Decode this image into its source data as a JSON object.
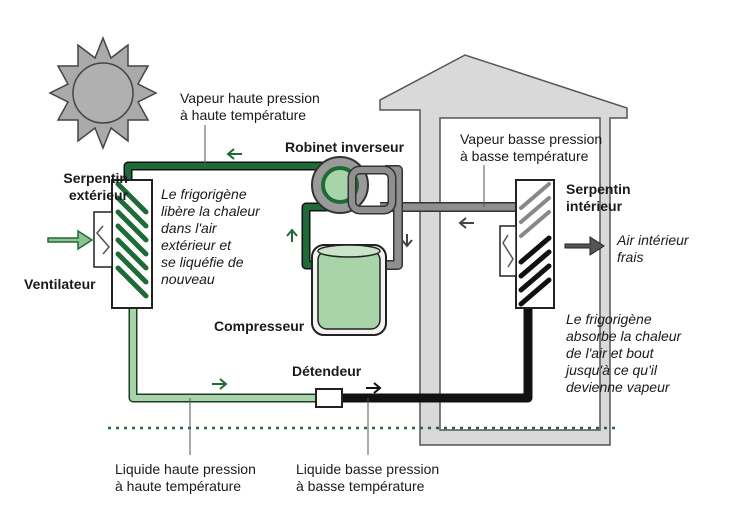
{
  "labels": {
    "outdoor_coil": [
      "Serpentin",
      "extérieur"
    ],
    "fan": "Ventilateur",
    "reversing_valve": "Robinet inverseur",
    "compressor": "Compresseur",
    "expansion_valve": "Détendeur",
    "indoor_coil": [
      "Serpentin",
      "intérieur"
    ],
    "hp_vapor": [
      "Vapeur haute pression",
      "à haute température"
    ],
    "lp_vapor": [
      "Vapeur basse pression",
      "à basse température"
    ],
    "hp_liquid": [
      "Liquide haute pression",
      "à haute température"
    ],
    "lp_liquid": [
      "Liquide basse pression",
      "à basse température"
    ],
    "outdoor_note": [
      "Le frigorigène",
      "libère la chaleur",
      "dans l'air",
      "extérieur et",
      "se liquéfie de",
      "nouveau"
    ],
    "indoor_note": [
      "Le frigorigène",
      "absorbe la chaleur",
      "de l'air et bout",
      "jusqu'à ce qu'il",
      "devienne vapeur"
    ],
    "cool_air": [
      "Air intérieur",
      "frais"
    ]
  },
  "colors": {
    "dark_green": "#1e6b37",
    "light_green": "#a9d4a9",
    "black_line": "#111111",
    "grey_pipe": "#8f8f8f",
    "house": "#d9d9d9",
    "sun": "#aaaaaa"
  }
}
